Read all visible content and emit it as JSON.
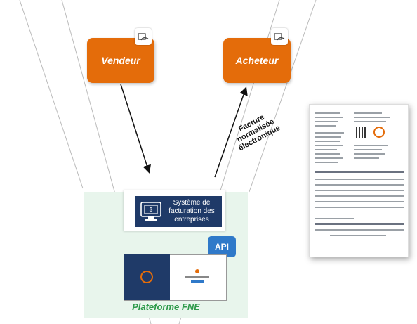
{
  "colors": {
    "orange": "#e46c0a",
    "navy": "#1f3a68",
    "green": "#2e9a4b",
    "mint": "#e8f5ec",
    "api_blue": "#2f79c9"
  },
  "actors": {
    "vendeur": {
      "label": "Vendeur",
      "icon": "handshake-icon"
    },
    "acheteur": {
      "label": "Acheteur",
      "icon": "handshake-icon"
    }
  },
  "billing_system": {
    "label_line1": "Système de",
    "label_line2": "facturation des",
    "label_line3": "entreprises",
    "icon": "computer-invoice-icon"
  },
  "api_badge": {
    "label": "API"
  },
  "platform": {
    "label": "Plateforme FNE"
  },
  "flow_label": {
    "line1": "Facture",
    "line2": "normalisée",
    "line3": "électronique"
  },
  "invoice_doc": {
    "icon": "invoice-document-icon"
  }
}
